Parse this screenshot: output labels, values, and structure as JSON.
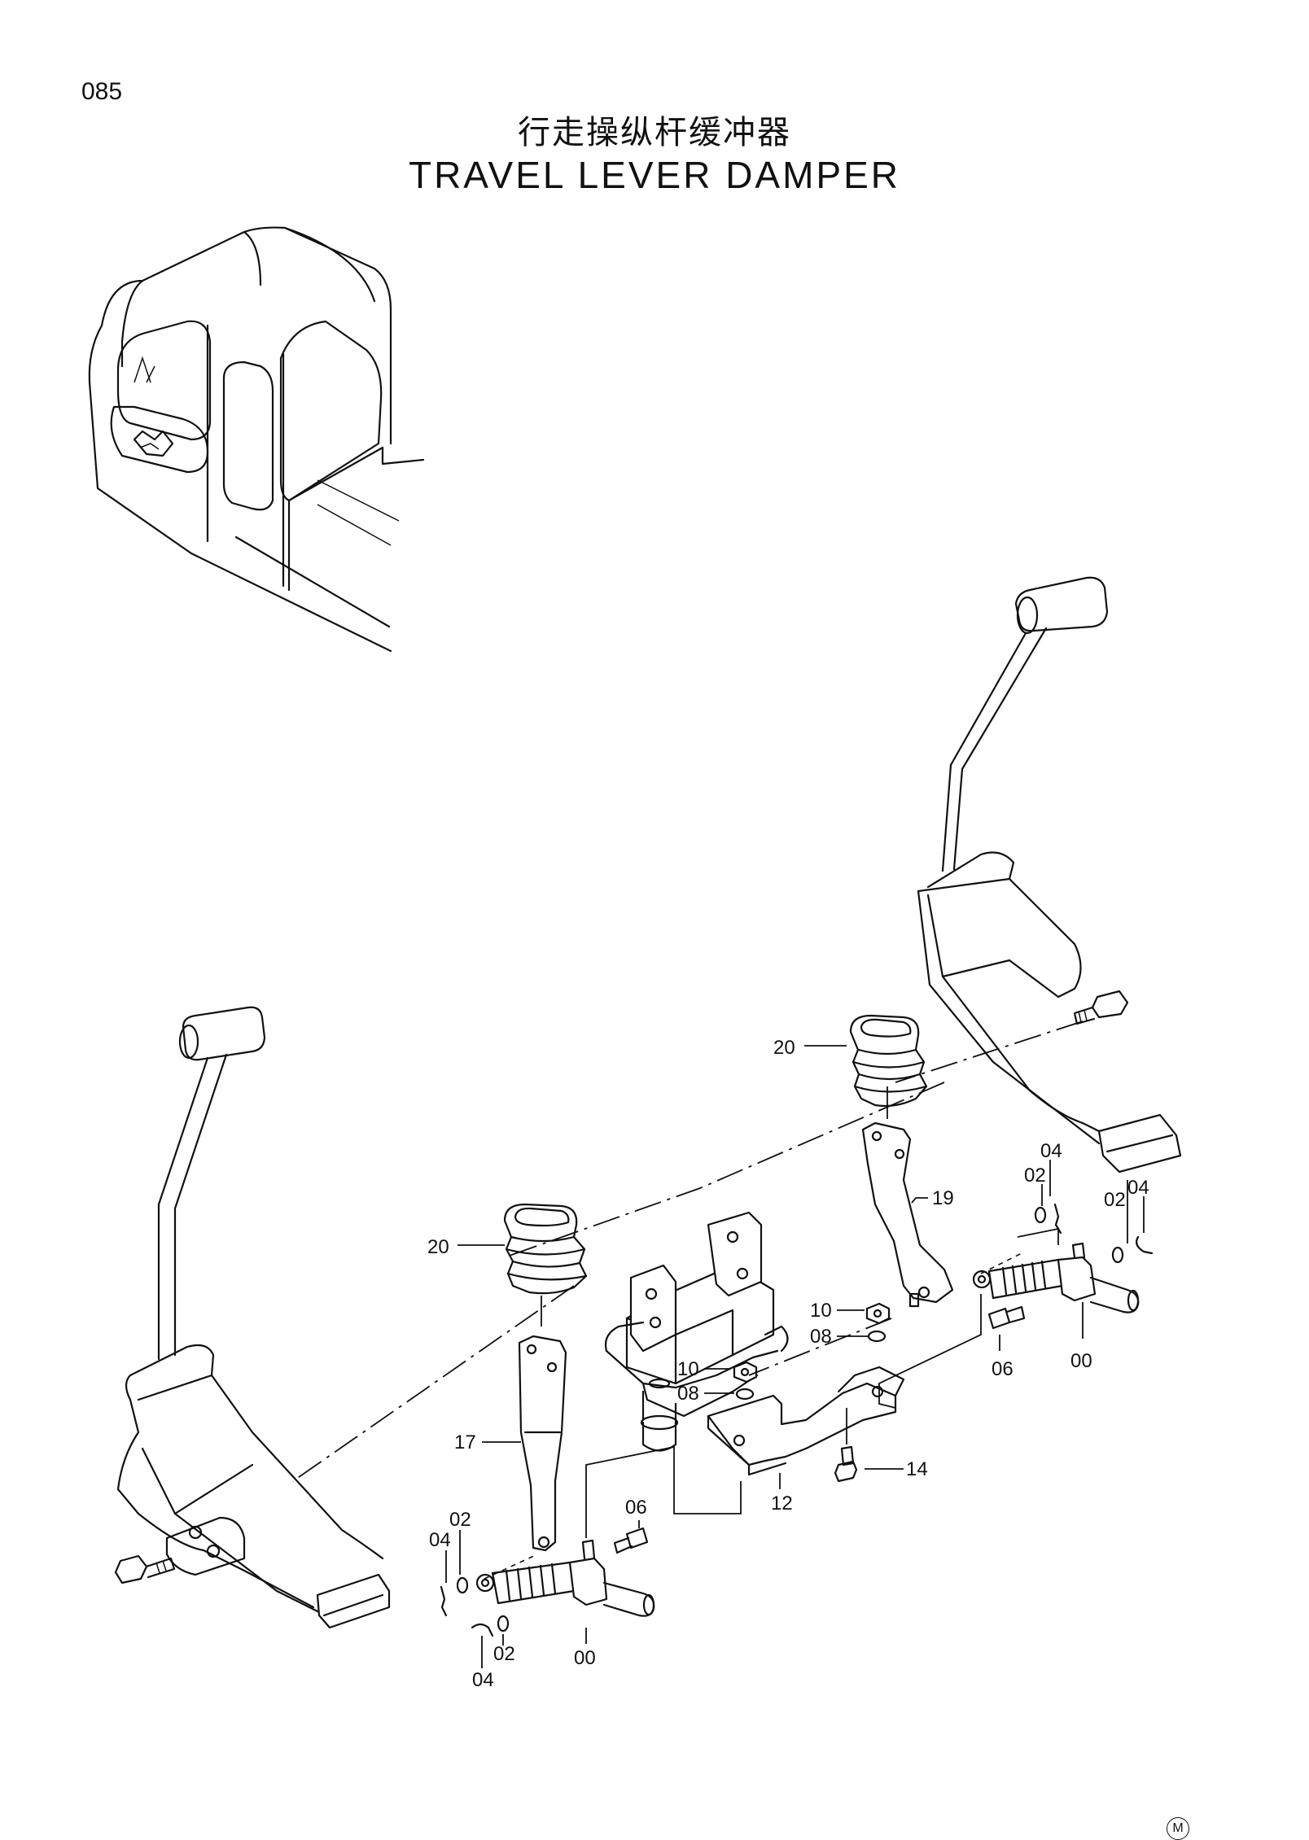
{
  "page_number": "085",
  "title_cn": "行走操纵杆缓冲器",
  "title_en": "TRAVEL LEVER DAMPER",
  "callouts": {
    "c20a": "20",
    "c19": "19",
    "c04a": "04",
    "c02a": "02",
    "c04b": "04",
    "c02b": "02",
    "c10a": "10",
    "c08a": "08",
    "c06a": "06",
    "c00a": "00",
    "c20b": "20",
    "c10b": "10",
    "c08b": "08",
    "c14": "14",
    "c17": "17",
    "c12": "12",
    "c06b": "06",
    "c02c": "02",
    "c04c": "04",
    "c02d": "02",
    "c04d": "04",
    "c00b": "00"
  },
  "mark": "M"
}
